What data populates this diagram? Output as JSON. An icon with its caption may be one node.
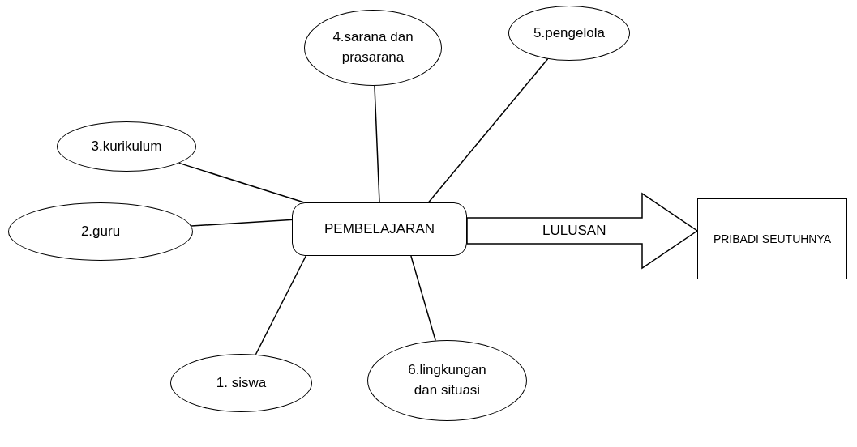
{
  "diagram": {
    "nodes": [
      {
        "text": [
          "PEMBELAJARAN"
        ]
      },
      {
        "text": [
          "4.sarana dan prasarana"
        ]
      },
      {
        "text": [
          "5.pengelola"
        ]
      },
      {
        "text": [
          "3.kurikulum"
        ]
      },
      {
        "text": [
          "2.guru"
        ]
      },
      {
        "text": [
          "1. siswa"
        ]
      },
      {
        "text": [
          "6.lingkungan dan situasi"
        ]
      },
      {
        "text": [
          "PRIBADI SEUTUHNYA"
        ]
      }
    ],
    "edges": [
      {
        "from": 3,
        "to": 0,
        "arrow": "none"
      },
      {
        "from": 1,
        "to": 0,
        "arrow": "none"
      },
      {
        "from": 2,
        "to": 0,
        "arrow": "none"
      },
      {
        "from": 4,
        "to": 0,
        "arrow": "none"
      },
      {
        "from": 5,
        "to": 0,
        "arrow": "none"
      },
      {
        "from": 6,
        "to": 0,
        "arrow": "none"
      },
      {
        "from": 0,
        "to": 7,
        "arrow": "to",
        "label": "LULUSAN"
      }
    ]
  }
}
